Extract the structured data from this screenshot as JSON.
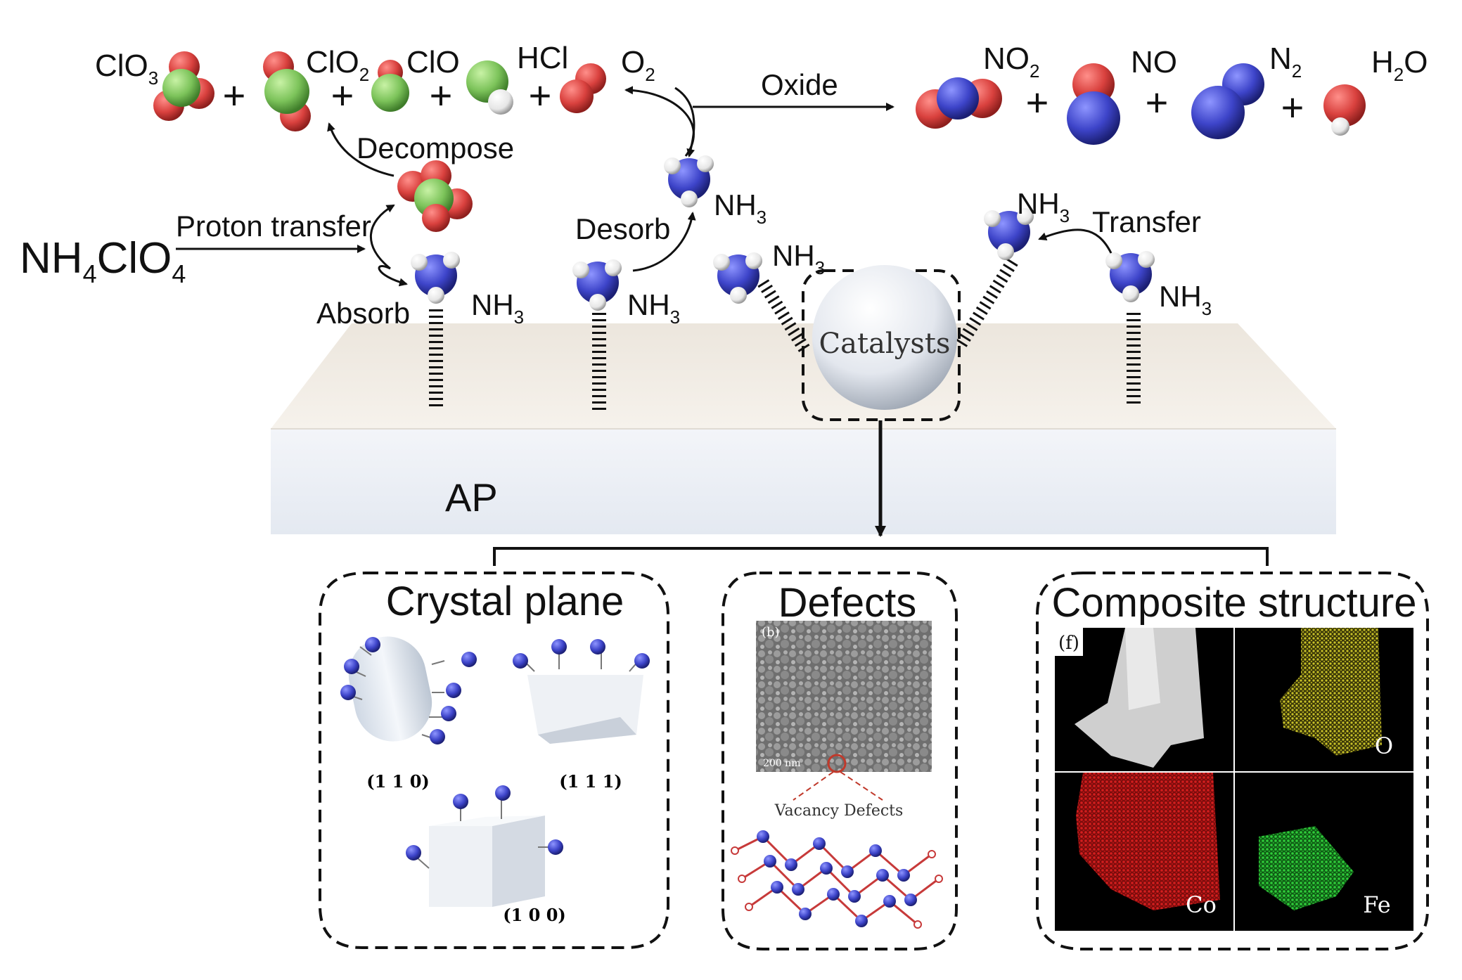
{
  "reactants": {
    "ap_formula": {
      "base": "NH",
      "sub1": "4",
      "mid": "ClO",
      "sub2": "4"
    },
    "proton_transfer": "Proton transfer",
    "absorb": "Absorb",
    "decompose": "Decompose",
    "desorb": "Desorb",
    "transfer": "Transfer",
    "oxide": "Oxide",
    "ap_block_label": "AP",
    "catalysts": "Catalysts"
  },
  "species": {
    "clo3": {
      "base": "ClO",
      "sub": "3"
    },
    "clo2": {
      "base": "ClO",
      "sub": "2"
    },
    "clo": {
      "base": "ClO",
      "sub": ""
    },
    "hcl": {
      "base": "HCl",
      "sub": ""
    },
    "o2": {
      "base": "O",
      "sub": "2"
    },
    "no2": {
      "base": "NO",
      "sub": "2"
    },
    "no": {
      "base": "NO",
      "sub": ""
    },
    "n2": {
      "base": "N",
      "sub": "2"
    },
    "h2o": {
      "base": "H",
      "sub": "2",
      "tail": "O"
    },
    "nh3": {
      "base": "NH",
      "sub": "3"
    },
    "plus": "+"
  },
  "panels": {
    "crystal": {
      "title": "Crystal plane",
      "facets": [
        "(1 1 0)",
        "(1 1 1)",
        "(1 0 0)"
      ]
    },
    "defects": {
      "title": "Defects",
      "tag": "(b)",
      "scale": "200 nm",
      "caption": "Vacancy Defects"
    },
    "composite": {
      "title": "Composite structure",
      "tag": "(f)",
      "maps": [
        "O",
        "Co",
        "Fe"
      ]
    }
  },
  "colors": {
    "oxygen": "#d9413e",
    "chlorine": "#7cc35a",
    "nitrogen": "#3d44c9",
    "hydrogen": "#ececec",
    "map_o": "#c9c229",
    "map_co": "#d41e1e",
    "map_fe": "#2fcc3a"
  }
}
